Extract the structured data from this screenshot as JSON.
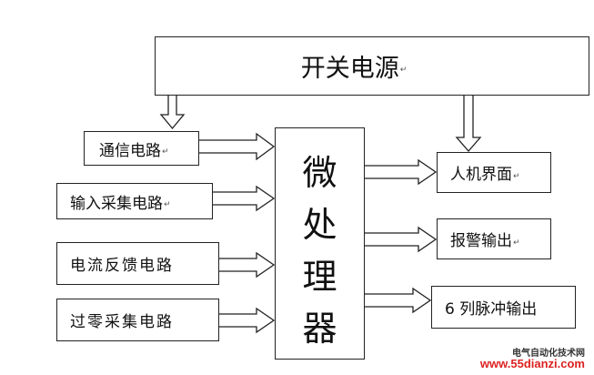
{
  "power": {
    "label": "开关电源"
  },
  "inputs": [
    {
      "label": "通信电路"
    },
    {
      "label": "输入采集电路"
    },
    {
      "label": "电流反馈电路"
    },
    {
      "label": "过零采集电路"
    }
  ],
  "processor": {
    "chars": [
      "微",
      "处",
      "理",
      "器"
    ]
  },
  "outputs": [
    {
      "label": "人机界面"
    },
    {
      "label": "报警输出"
    },
    {
      "label": "6 列脉冲输出"
    }
  ],
  "return_mark": "↵",
  "watermark": {
    "line1": "电气自动化技术网",
    "line2": "www.55dianzi.com",
    "color": "#d22"
  }
}
